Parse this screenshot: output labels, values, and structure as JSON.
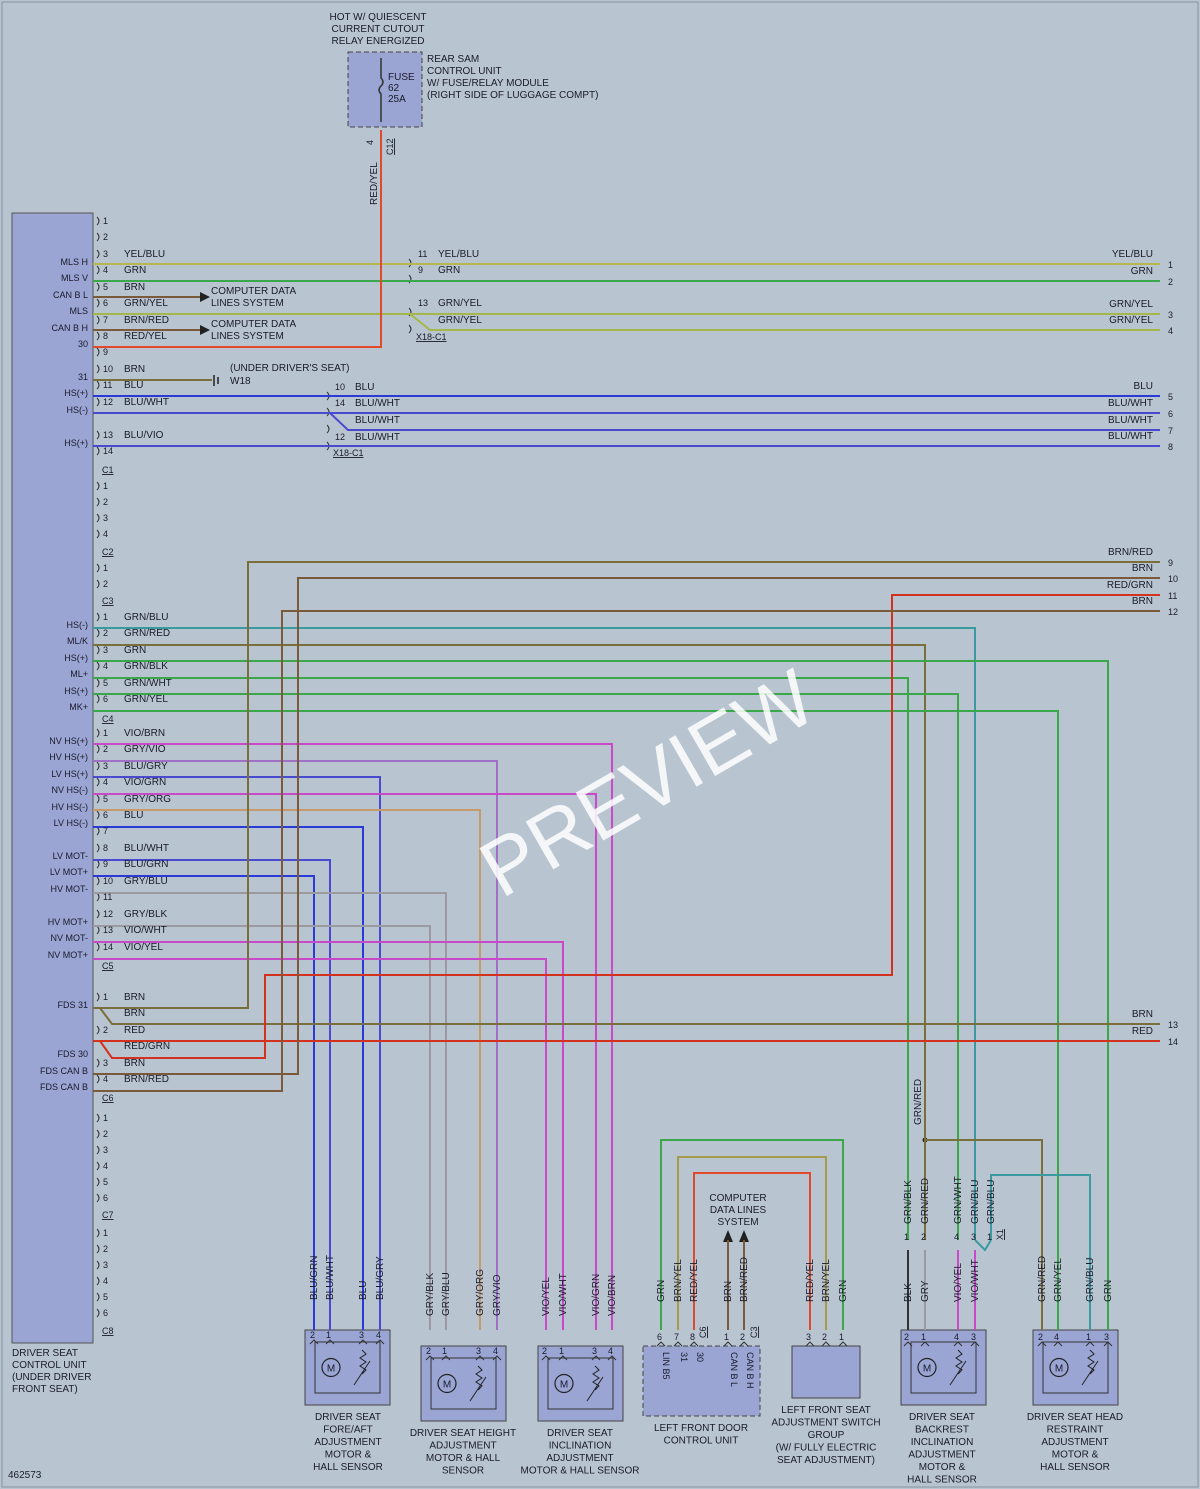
{
  "diagram_id": "462573",
  "watermark": "PREVIEW",
  "colors": {
    "background": "#b8c5d0",
    "box_fill": "#9aa5d4",
    "red": "#d2321e",
    "red_orange": "#e04a2a",
    "blue": "#2a3ad8",
    "blue_violet": "#4a4ad0",
    "green": "#3aa84a",
    "yellow_green": "#a4b84a",
    "olive": "#7a6e3a",
    "brown": "#7a5a3a",
    "pink": "#c84ac8",
    "violet": "#a070c8",
    "gray": "#9a9aa0",
    "orange_tan": "#c89a6a",
    "teal": "#3a9aa0"
  },
  "rear_sam": {
    "header": [
      "HOT W/ QUIESCENT",
      "CURRENT CUTOUT",
      "RELAY ENERGIZED"
    ],
    "fuse": [
      "FUSE",
      "62",
      "25A"
    ],
    "desc": [
      "REAR SAM",
      "CONTROL UNIT",
      "W/ FUSE/RELAY MODULE",
      "(RIGHT SIDE OF LUGGAGE COMPT)"
    ],
    "pin": "4",
    "connector": "C12",
    "wire": "RED/YEL"
  },
  "control_unit": {
    "name": [
      "DRIVER SEAT",
      "CONTROL UNIT",
      "(UNDER DRIVER",
      "FRONT SEAT)"
    ]
  },
  "c1": {
    "connector": "C1",
    "rows": [
      {
        "pin": "1",
        "func": "",
        "wire": ""
      },
      {
        "pin": "2",
        "func": "",
        "wire": ""
      },
      {
        "pin": "3",
        "func": "MLS H",
        "wire": "YEL/BLU"
      },
      {
        "pin": "4",
        "func": "MLS V",
        "wire": "GRN"
      },
      {
        "pin": "5",
        "func": "CAN B L",
        "wire": "BRN"
      },
      {
        "pin": "6",
        "func": "MLS",
        "wire": "GRN/YEL"
      },
      {
        "pin": "7",
        "func": "CAN B H",
        "wire": "BRN/RED"
      },
      {
        "pin": "8",
        "func": "30",
        "wire": "RED/YEL"
      },
      {
        "pin": "9",
        "func": "",
        "wire": ""
      },
      {
        "pin": "10",
        "func": "31",
        "wire": "BRN"
      },
      {
        "pin": "11",
        "func": "HS(+)",
        "wire": "BLU"
      },
      {
        "pin": "12",
        "func": "HS(-)",
        "wire": "BLU/WHT"
      },
      {
        "pin": "13",
        "func": "HS(+)",
        "wire": "BLU/VIO"
      },
      {
        "pin": "14",
        "func": "",
        "wire": ""
      }
    ],
    "computer_data": "COMPUTER DATA",
    "lines_system": "LINES SYSTEM",
    "ground_note": "(UNDER DRIVER'S SEAT)",
    "ground": "W18"
  },
  "x18": {
    "connector": "X18-C1",
    "upper": [
      {
        "pin": "11",
        "wire": "YEL/BLU"
      },
      {
        "pin": "9",
        "wire": "GRN"
      },
      {
        "pin": "13",
        "wire": "GRN/YEL"
      },
      {
        "pin": "",
        "wire": "GRN/YEL"
      }
    ],
    "lower": [
      {
        "pin": "10",
        "wire": "BLU"
      },
      {
        "pin": "14",
        "wire": "BLU/WHT"
      },
      {
        "pin": "",
        "wire": "BLU/WHT"
      },
      {
        "pin": "12",
        "wire": "BLU/WHT"
      }
    ]
  },
  "right_edge": [
    {
      "n": "1",
      "wire": "YEL/BLU"
    },
    {
      "n": "2",
      "wire": "GRN"
    },
    {
      "n": "3",
      "wire": "GRN/YEL"
    },
    {
      "n": "4",
      "wire": "GRN/YEL"
    },
    {
      "n": "5",
      "wire": "BLU"
    },
    {
      "n": "6",
      "wire": "BLU/WHT"
    },
    {
      "n": "7",
      "wire": "BLU/WHT"
    },
    {
      "n": "8",
      "wire": "BLU/WHT"
    },
    {
      "n": "9",
      "wire": "BRN/RED"
    },
    {
      "n": "10",
      "wire": "BRN"
    },
    {
      "n": "11",
      "wire": "RED/GRN"
    },
    {
      "n": "12",
      "wire": "BRN"
    },
    {
      "n": "13",
      "wire": "BRN"
    },
    {
      "n": "14",
      "wire": "RED"
    }
  ],
  "c2": {
    "connector": "C2",
    "pins": [
      "1",
      "2",
      "3",
      "4"
    ]
  },
  "c3": {
    "connector": "C3",
    "pins": [
      "1",
      "2"
    ]
  },
  "c4": {
    "connector": "C4",
    "rows": [
      {
        "pin": "1",
        "func": "HS(-)",
        "wire": "GRN/BLU"
      },
      {
        "pin": "2",
        "func": "ML/K",
        "wire": "GRN/RED"
      },
      {
        "pin": "3",
        "func": "HS(+)",
        "wire": "GRN"
      },
      {
        "pin": "4",
        "func": "ML+",
        "wire": "GRN/BLK"
      },
      {
        "pin": "5",
        "func": "HS(+)",
        "wire": "GRN/WHT"
      },
      {
        "pin": "6",
        "func": "MK+",
        "wire": "GRN/YEL"
      }
    ]
  },
  "c5": {
    "connector": "C5",
    "rows": [
      {
        "pin": "1",
        "func": "NV HS(+)",
        "wire": "VIO/BRN"
      },
      {
        "pin": "2",
        "func": "HV HS(+)",
        "wire": "GRY/VIO"
      },
      {
        "pin": "3",
        "func": "LV HS(+)",
        "wire": "BLU/GRY"
      },
      {
        "pin": "4",
        "func": "NV HS(-)",
        "wire": "VIO/GRN"
      },
      {
        "pin": "5",
        "func": "HV HS(-)",
        "wire": "GRY/ORG"
      },
      {
        "pin": "6",
        "func": "LV HS(-)",
        "wire": "BLU"
      },
      {
        "pin": "7",
        "func": "",
        "wire": ""
      },
      {
        "pin": "8",
        "func": "LV MOT-",
        "wire": "BLU/WHT"
      },
      {
        "pin": "9",
        "func": "LV MOT+",
        "wire": "BLU/GRN"
      },
      {
        "pin": "10",
        "func": "HV MOT-",
        "wire": "GRY/BLU"
      },
      {
        "pin": "11",
        "func": "",
        "wire": ""
      },
      {
        "pin": "12",
        "func": "HV MOT+",
        "wire": "GRY/BLK"
      },
      {
        "pin": "13",
        "func": "NV MOT-",
        "wire": "VIO/WHT"
      },
      {
        "pin": "14",
        "func": "NV MOT+",
        "wire": "VIO/YEL"
      }
    ]
  },
  "c6": {
    "connector": "C6",
    "rows": [
      {
        "pin": "1",
        "func": "FDS 31",
        "wire": "BRN"
      },
      {
        "pin": "",
        "func": "",
        "wire": "BRN"
      },
      {
        "pin": "2",
        "func": "",
        "wire": "RED"
      },
      {
        "pin": "",
        "func": "FDS 30",
        "wire": "RED/GRN"
      },
      {
        "pin": "3",
        "func": "FDS CAN B",
        "wire": "BRN"
      },
      {
        "pin": "4",
        "func": "FDS CAN B",
        "wire": "BRN/RED"
      }
    ]
  },
  "c7": {
    "connector": "C7",
    "pins": [
      "1",
      "2",
      "3",
      "4",
      "5",
      "6"
    ]
  },
  "c8": {
    "connector": "C8",
    "pins": [
      "1",
      "2",
      "3",
      "4",
      "5",
      "6"
    ]
  },
  "bottom": {
    "fore_aft": {
      "wires": [
        "BLU/GRN",
        "BLU/WHT",
        "BLU",
        "BLU/GRY"
      ],
      "pins": [
        "2",
        "1",
        "3",
        "4"
      ],
      "label": [
        "DRIVER SEAT",
        "FORE/AFT",
        "ADJUSTMENT",
        "MOTOR &",
        "HALL SENSOR"
      ]
    },
    "height": {
      "wires": [
        "GRY/BLK",
        "GRY/BLU",
        "GRY/ORG",
        "GRY/VIO"
      ],
      "pins": [
        "2",
        "1",
        "3",
        "4"
      ],
      "label": [
        "DRIVER SEAT HEIGHT",
        "ADJUSTMENT",
        "MOTOR & HALL",
        "SENSOR"
      ]
    },
    "inclination": {
      "wires": [
        "VIO/YEL",
        "VIO/WHT",
        "VIO/GRN",
        "VIO/BRN"
      ],
      "pins": [
        "2",
        "1",
        "3",
        "4"
      ],
      "label": [
        "DRIVER SEAT",
        "INCLINATION",
        "ADJUSTMENT",
        "MOTOR & HALL SENSOR"
      ]
    },
    "door": {
      "wires": [
        "GRN",
        "BRN/YEL",
        "RED/YEL",
        "BRN",
        "BRN/RED"
      ],
      "pins": [
        "6",
        "7",
        "8",
        "1",
        "2"
      ],
      "connectors": [
        "C6",
        "C3"
      ],
      "inner": [
        "LIN B5",
        "31",
        "30",
        "CAN B L",
        "CAN B H"
      ],
      "data": [
        "COMPUTER",
        "DATA LINES",
        "SYSTEM"
      ],
      "label": [
        "LEFT FRONT DOOR",
        "CONTROL UNIT"
      ]
    },
    "switch": {
      "wires": [
        "RED/YEL",
        "BRN/YEL",
        "GRN"
      ],
      "pins": [
        "3",
        "2",
        "1"
      ],
      "label": [
        "LEFT FRONT SEAT",
        "ADJUSTMENT SWITCH",
        "GROUP",
        "(W/ FULLY ELECTRIC",
        "SEAT ADJUSTMENT)"
      ]
    },
    "backrest": {
      "top_wires": [
        "GRN/BLK",
        "GRN/RED",
        "GRN/WHT",
        "GRN/BLU",
        "GRN/BLU"
      ],
      "top_pins": [
        "1",
        "2",
        "4",
        "3",
        "1"
      ],
      "splice": "X1",
      "wires": [
        "BLK",
        "GRY",
        "VIO/YEL",
        "VIO/WHT"
      ],
      "pins": [
        "2",
        "1",
        "4",
        "3"
      ],
      "grn_red": "GRN/RED",
      "label": [
        "DRIVER SEAT",
        "BACKREST",
        "INCLINATION",
        "ADJUSTMENT",
        "MOTOR &",
        "HALL SENSOR"
      ]
    },
    "head": {
      "wires": [
        "GRN/RED",
        "GRN/YEL",
        "GRN/BLU",
        "GRN"
      ],
      "pins": [
        "2",
        "4",
        "1",
        "3"
      ],
      "label": [
        "DRIVER SEAT HEAD",
        "RESTRAINT",
        "ADJUSTMENT",
        "MOTOR &",
        "HALL SENSOR"
      ]
    }
  }
}
